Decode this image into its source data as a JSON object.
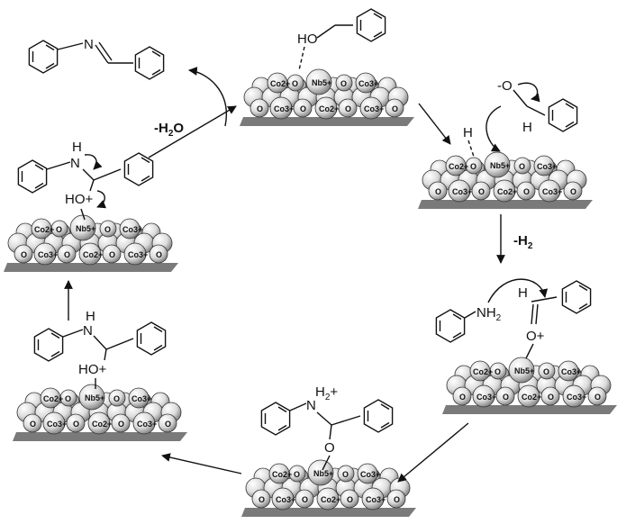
{
  "catalyst": {
    "top_row": [
      "Co2+",
      "O",
      "Nb5+",
      "O",
      "Co3+"
    ],
    "bottom_row": [
      "O",
      "Co3+",
      "O",
      "Co2+",
      "O",
      "Co3+",
      "O"
    ]
  },
  "labels": {
    "water_loss": "-H2O",
    "h2_loss": "-H2",
    "ho": "HO",
    "hoplus": "HO+",
    "oplus": "O+",
    "o": "O",
    "h": "H",
    "n": "N",
    "nh": "NH",
    "nh2": "NH2",
    "nh2plus": "H2+",
    "minus_o": "-O"
  },
  "colors": {
    "ball_light": "#f2f2f2",
    "ball_dark": "#8a8a8a",
    "shadow": "#777777"
  }
}
